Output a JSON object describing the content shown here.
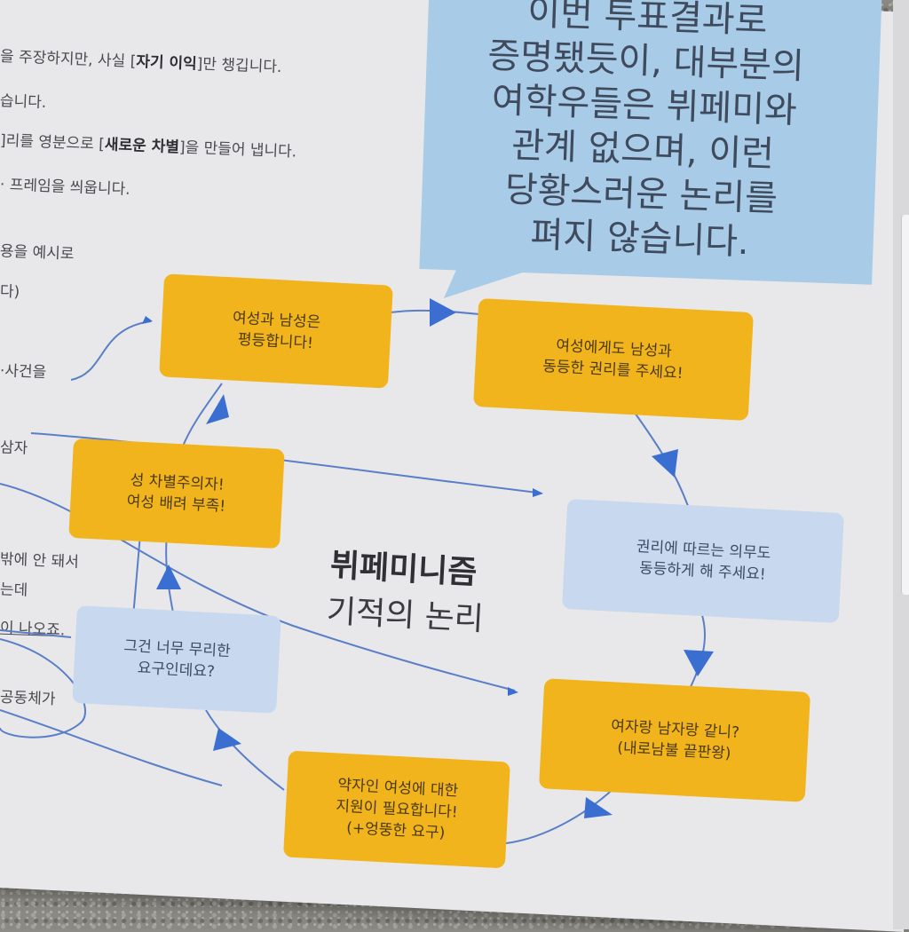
{
  "bubble": {
    "lines": [
      "이번 투표결과로",
      "증명됐듯이, 대부분의",
      "여학우들은 뷔페미와",
      "관계 없으며, 이런",
      "당황스러운 논리를",
      "펴지 않습니다."
    ]
  },
  "left_text": {
    "line1_pre": "을 주장하지만, 사실 [",
    "line1_bold": "자기 이익",
    "line1_post": "]만 챙깁니다.",
    "line2": "습니다.",
    "line3_pre": "]리를 영분으로 [",
    "line3_bold": "새로운 차별",
    "line3_post": "]을 만들어 냅니다.",
    "line4": "· 프레임을 씌웁니다.",
    "line5": "용을 예시로",
    "line6": "다)",
    "line7": "·사건을",
    "line8": "삼자",
    "line9": "밖에 안 돼서",
    "line10": "는데",
    "line11": "이 나오죠.",
    "line12": "공동체가"
  },
  "diagram": {
    "title_bold": "뷔페미니즘",
    "title_sub": "기적의 논리",
    "nodes": {
      "n1": [
        "여성과 남성은",
        "평등합니다!"
      ],
      "n2": [
        "여성에게도 남성과",
        "동등한 권리를 주세요!"
      ],
      "n3": [
        "권리에 따르는 의무도",
        "동등하게 해 주세요!"
      ],
      "n4": [
        "여자랑 남자랑 같니?",
        "(내로남불 끝판왕)"
      ],
      "n5": [
        "약자인 여성에 대한",
        "지원이 필요합니다!",
        "(+엉뚱한 요구)"
      ],
      "n6": [
        "그건 너무 무리한",
        "요구인데요?"
      ],
      "n7": [
        "성 차별주의자!",
        "여성 배려 부족!"
      ]
    }
  },
  "colors": {
    "gold": "#f2b41c",
    "light_blue": "#c7d8ef",
    "bubble": "#a8cbe8",
    "arrow": "#3a6fd1"
  }
}
